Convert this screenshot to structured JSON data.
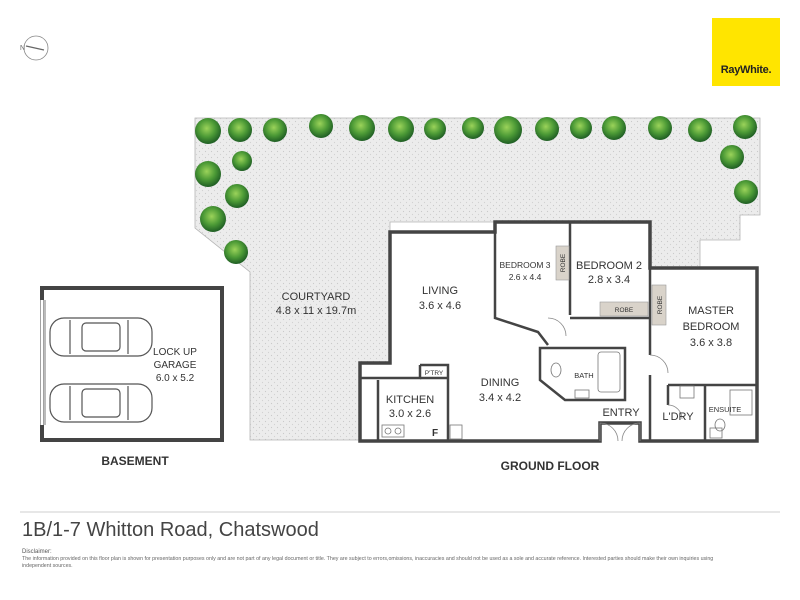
{
  "brand": {
    "logo_text": "RayWhite.",
    "color": "#FFE500"
  },
  "compass": {
    "north_label": "N"
  },
  "title": "1B/1-7 Whitton Road, Chatswood",
  "sections": {
    "basement": "BASEMENT",
    "ground_floor": "GROUND FLOOR"
  },
  "rooms": {
    "garage": {
      "name_line1": "LOCK UP",
      "name_line2": "GARAGE",
      "dims": "6.0 x 5.2"
    },
    "courtyard": {
      "name": "COURTYARD",
      "dims": "4.8 x 11 x 19.7m"
    },
    "living": {
      "name": "LIVING",
      "dims": "3.6 x 4.6"
    },
    "bedroom3": {
      "name": "BEDROOM 3",
      "dims": "2.6 x 4.4"
    },
    "bedroom2": {
      "name": "BEDROOM 2",
      "dims": "2.8 x 3.4"
    },
    "master": {
      "name_line1": "MASTER",
      "name_line2": "BEDROOM",
      "dims": "3.6 x 3.8"
    },
    "kitchen": {
      "name": "KITCHEN",
      "dims": "3.0 x 2.6"
    },
    "dining": {
      "name": "DINING",
      "dims": "3.4 x 4.2"
    },
    "entry": {
      "name": "ENTRY"
    },
    "laundry": {
      "name": "L'DRY"
    },
    "ensuite": {
      "name": "ENSUITE"
    },
    "bath": {
      "name": "BATH"
    },
    "pantry": {
      "name": "P'TRY"
    },
    "robe": {
      "label": "ROBE"
    },
    "fridge": {
      "label": "F"
    }
  },
  "disclaimer": {
    "heading": "Disclaimer:",
    "text": "The information provided on this floor plan is shown for presentation purposes only and are not part of any legal document or title. They are subject to errors,omissions, inaccuracies and should not be used as a sole and accurate reference. Interested parties should make their own inquiries using independent sources."
  },
  "colors": {
    "wall": "#4a4a4a",
    "paving": "#e9e9e9",
    "robe": "#d9d3ca",
    "tree_dark": "#2f7d32",
    "tree_light": "#7cc142"
  }
}
